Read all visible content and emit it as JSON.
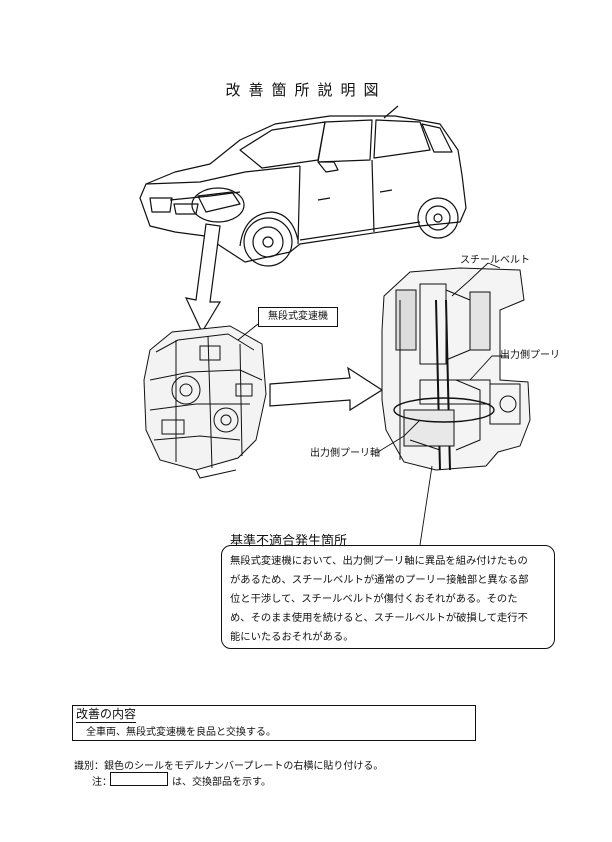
{
  "title": "改善箇所説明図",
  "cvt_label": "無段式変速機",
  "callouts": {
    "steel_belt": "スチールベルト",
    "output_pulley": "出力側プーリ",
    "output_pulley_shaft": "出力側プーリ軸"
  },
  "defect": {
    "heading": "基準不適合発生箇所",
    "lines": [
      "無段式変速機において、出力側プーリ軸に異品を組み付けたもの",
      "があるため、スチールベルトが通常のプーリー接触部と異なる部",
      "位と干渉して、スチールベルトが傷付くおそれがある。そのた",
      "め、そのまま使用を続けると、スチールベルトが破損して走行不",
      "能にいたるおそれがある。"
    ]
  },
  "improvement": {
    "heading": "改善の内容",
    "text": "全車両、無段式変速機を良品と交換する。"
  },
  "identification": "識別：銀色のシールをモデルナンバープレートの右横に貼り付ける。",
  "note": {
    "prefix": "注：",
    "suffix": "は、交換部品を示す。"
  }
}
